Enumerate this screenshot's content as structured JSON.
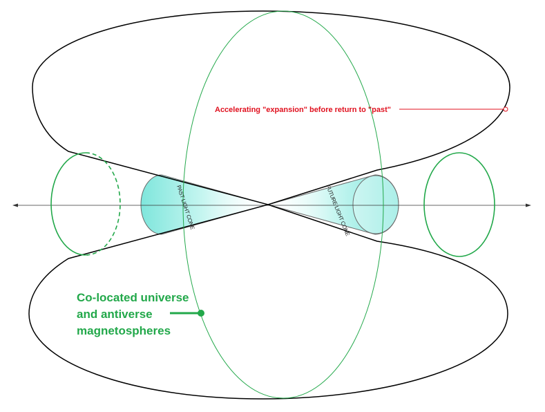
{
  "labels": {
    "expansion": "Accelerating \"expansion\" before return to \"past\"",
    "past_cone": "PAST LIGHT CONE",
    "future_cone": "FUTURE LIGHT CONE",
    "magneto_line1": "Co-located universe",
    "magneto_line2": "and antiverse",
    "magneto_line3": "magnetospheres"
  },
  "colors": {
    "outline": "#000000",
    "magnetosphere": "#22a84a",
    "annotation": "#e0101e",
    "cone_fill": "#a8f0ea",
    "axis": "#333333"
  }
}
